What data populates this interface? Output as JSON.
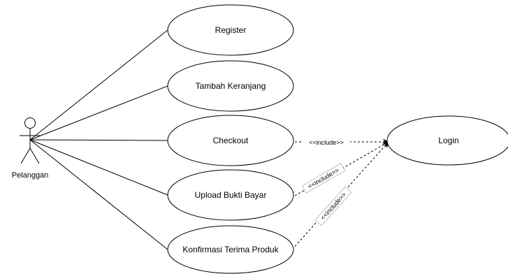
{
  "actor": {
    "name": "Pelanggan"
  },
  "use_cases": [
    {
      "label": "Register"
    },
    {
      "label": "Tambah Keranjang"
    },
    {
      "label": "Checkout"
    },
    {
      "label": "Upload Bukti Bayar"
    },
    {
      "label": "Konfirmasi Terima Produk"
    }
  ],
  "included_use_case": {
    "label": "Login"
  },
  "include_relations": [
    {
      "label": "<<include>>"
    },
    {
      "label": "<<include>>"
    },
    {
      "label": "<<include>>"
    }
  ],
  "colors": {
    "stroke": "#000000",
    "background": "#ffffff"
  }
}
